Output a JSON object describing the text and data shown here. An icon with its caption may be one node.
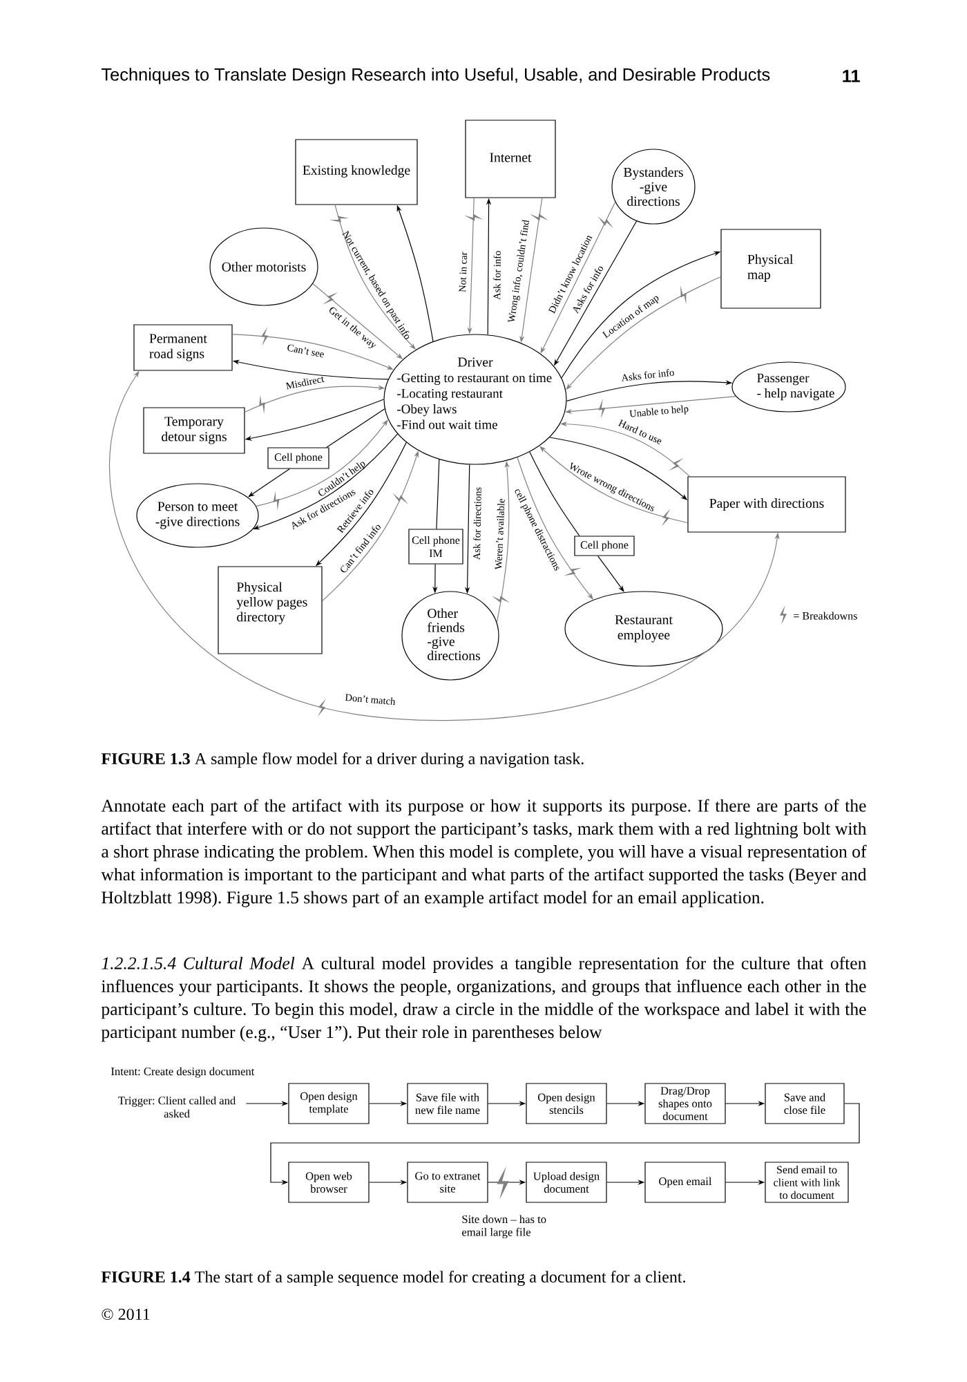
{
  "diagram": {
    "nodes": [
      {
        "text": [
          "Existing knowledge"
        ]
      },
      {
        "text": [
          "Internet"
        ]
      },
      {
        "text": [
          "Bystanders",
          "-give directions"
        ]
      },
      {
        "text": [
          "Other motorists"
        ]
      },
      {
        "text": [
          "Physical map"
        ]
      },
      {
        "text": [
          "Permanent road signs"
        ]
      },
      {
        "text": [
          "Driver",
          "-Getting to restaurant on time",
          "-Locating restaurant",
          "-Obey laws",
          "-Find out wait time"
        ]
      },
      {
        "text": [
          "Passenger",
          "- help navigate"
        ]
      },
      {
        "text": [
          "Temporary detour signs"
        ]
      },
      {
        "text": [
          "Cell phone"
        ]
      },
      {
        "text": [
          "Person to meet",
          "-give directions"
        ]
      },
      {
        "text": [
          "Paper with directions"
        ]
      },
      {
        "text": [
          "Cell phone IM"
        ]
      },
      {
        "text": [
          "Cell phone"
        ]
      },
      {
        "text": [
          "Physical yellow pages directory"
        ]
      },
      {
        "text": [
          "Other friends",
          "-give directions"
        ]
      },
      {
        "text": [
          "Restaurant employee"
        ]
      },
      {
        "text": [
          "Trigger: Client called and asked"
        ]
      },
      {
        "text": [
          "Open design template"
        ]
      },
      {
        "text": [
          "Save file with new file name"
        ]
      },
      {
        "text": [
          "Open design stencils"
        ]
      },
      {
        "text": [
          "Drag/Drop shapes onto document"
        ]
      },
      {
        "text": [
          "Save and close file"
        ]
      },
      {
        "text": [
          "Open web browser"
        ]
      },
      {
        "text": [
          "Go to extranet site"
        ]
      },
      {
        "text": [
          "Upload design document"
        ]
      },
      {
        "text": [
          "Open email"
        ]
      },
      {
        "text": [
          "Send email to client with link to document"
        ]
      }
    ],
    "edges": [
      {
        "from": 0,
        "to": 6,
        "arrow": "to",
        "label": "Not current, based on past info",
        "color": "#808080"
      },
      {
        "from": 6,
        "to": 0,
        "arrow": "to"
      },
      {
        "from": 1,
        "to": 6,
        "arrow": "to",
        "label": "Not in car",
        "color": "#808080"
      },
      {
        "from": 6,
        "to": 1,
        "arrow": "to",
        "label": "Ask for info"
      },
      {
        "from": 1,
        "to": 6,
        "arrow": "to",
        "label": "Wrong info, couldn’t find",
        "color": "#808080"
      },
      {
        "from": 2,
        "to": 6,
        "arrow": "to",
        "label": "Didn’t know location",
        "color": "#808080"
      },
      {
        "from": 2,
        "to": 6,
        "arrow": "to",
        "label": "Asks for info"
      },
      {
        "from": 6,
        "to": 4,
        "arrow": "to"
      },
      {
        "from": 4,
        "to": 6,
        "arrow": "to",
        "label": "Location of map",
        "color": "#808080"
      },
      {
        "from": 6,
        "to": 7,
        "arrow": "to",
        "label": "Asks for info"
      },
      {
        "from": 7,
        "to": 6,
        "arrow": "to",
        "label": "Unable to help",
        "color": "#808080"
      },
      {
        "from": 11,
        "to": 6,
        "arrow": "to",
        "label": "Hard to use",
        "color": "#808080"
      },
      {
        "from": 6,
        "to": 11,
        "arrow": "to"
      },
      {
        "from": 11,
        "to": 6,
        "arrow": "to",
        "label": "Wrote wrong directions",
        "color": "#808080"
      },
      {
        "from": 5,
        "to": 11,
        "arrow": "both",
        "label": "Don’t match",
        "color": "#808080"
      },
      {
        "from": 6,
        "to": 16,
        "arrow": "to",
        "label": "cell phone distractions",
        "color": "#808080"
      },
      {
        "from": 6,
        "to": 13,
        "arrow": "none"
      },
      {
        "from": 13,
        "to": 16,
        "arrow": "to"
      },
      {
        "from": 6,
        "to": 12,
        "arrow": "none"
      },
      {
        "from": 12,
        "to": 15,
        "arrow": "to"
      },
      {
        "from": 6,
        "to": 15,
        "arrow": "to",
        "label": "Ask for directions"
      },
      {
        "from": 15,
        "to": 6,
        "arrow": "to",
        "label": "Weren’t available",
        "color": "#808080"
      },
      {
        "from": 6,
        "to": 14,
        "arrow": "to",
        "label": "Retrieve info"
      },
      {
        "from": 14,
        "to": 6,
        "arrow": "to",
        "label": "Can’t find info",
        "color": "#808080"
      },
      {
        "from": 10,
        "to": 6,
        "arrow": "to",
        "label": "Couldn’t help",
        "color": "#808080"
      },
      {
        "from": 6,
        "to": 10,
        "arrow": "to",
        "label": "Ask for directions"
      },
      {
        "from": 6,
        "to": 9,
        "arrow": "none"
      },
      {
        "from": 9,
        "to": 10,
        "arrow": "to"
      },
      {
        "from": 8,
        "to": 6,
        "arrow": "to",
        "label": "Misdirect",
        "color": "#808080"
      },
      {
        "from": 6,
        "to": 8,
        "arrow": "to"
      },
      {
        "from": 5,
        "to": 6,
        "arrow": "to",
        "label": "Can’t see",
        "color": "#808080"
      },
      {
        "from": 6,
        "to": 5,
        "arrow": "to"
      },
      {
        "from": 3,
        "to": 6,
        "arrow": "to",
        "label": "Get in the way",
        "color": "#808080"
      },
      {
        "from": 17,
        "to": 18,
        "arrow": "to"
      },
      {
        "from": 18,
        "to": 19,
        "arrow": "to"
      },
      {
        "from": 19,
        "to": 20,
        "arrow": "to"
      },
      {
        "from": 20,
        "to": 21,
        "arrow": "to"
      },
      {
        "from": 21,
        "to": 22,
        "arrow": "to"
      },
      {
        "from": 22,
        "to": 23,
        "arrow": "to"
      },
      {
        "from": 23,
        "to": 24,
        "arrow": "to"
      },
      {
        "from": 24,
        "to": 25,
        "arrow": "to"
      },
      {
        "from": 25,
        "to": 26,
        "arrow": "to"
      },
      {
        "from": 26,
        "to": 27,
        "arrow": "to"
      }
    ],
    "labels": [
      "Techniques to Translate Design Research into Useful, Usable, and Desirable Products",
      "11",
      "**FIGURE 1.3** A sample flow model for a driver during a navigation task.",
      "Annotate each part of the artifact with its purpose or how it supports its purpose. If there are parts of the artifact that interfere with or do not support the participant’s tasks, mark them with a red lightning bolt with a short phrase indicating the problem. When this model is complete, you will have a visual representation of what information is important to the participant and what parts of the artifact supported the tasks (Beyer and Holtzblatt 1998). Figure 1.5 shows part of an example artifact model for an email application.",
      "*1.2.2.1.5.4 Cultural Model* A cultural model provides a tangible representation for the culture that often influences your participants. It shows the people, organizations, and groups that influence each other in the participant’s culture. To begin this model, draw a circle in the middle of the workspace and label it with the participant number (e.g., “User 1”). Put their role in parentheses below",
      "Intent: Create design document",
      "Site down – has to email large file",
      "**FIGURE 1.4** The start of a sample sequence model for creating a document for a client.",
      "© 2011"
    ],
    "legend": [
      {
        "text": "= Breakdowns"
      }
    ]
  }
}
